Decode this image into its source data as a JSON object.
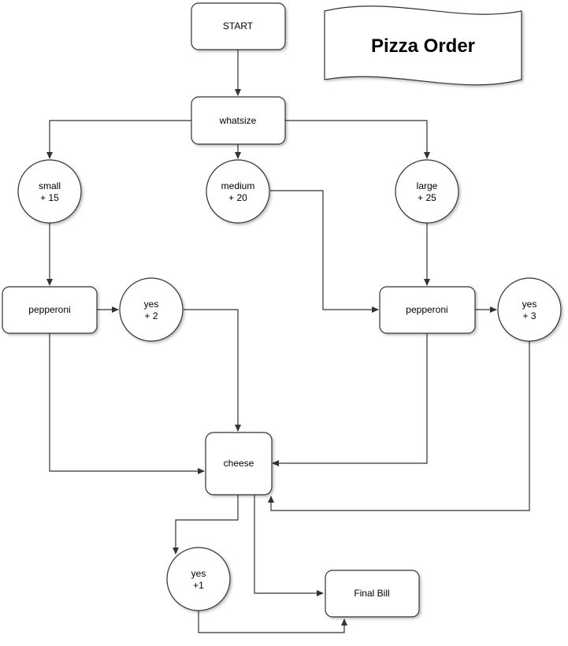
{
  "title": "Pizza Order",
  "nodes": {
    "start": {
      "label": "START"
    },
    "whatsize": {
      "label": "whatsize"
    },
    "small": {
      "lines": [
        "small",
        "+ 15"
      ]
    },
    "medium": {
      "lines": [
        "medium",
        "+ 20"
      ]
    },
    "large": {
      "lines": [
        "large",
        "+ 25"
      ]
    },
    "pepperoni_left": {
      "label": "pepperoni"
    },
    "pepperoni_right": {
      "label": "pepperoni"
    },
    "yes_left": {
      "lines": [
        "yes",
        "+ 2"
      ]
    },
    "yes_right": {
      "lines": [
        "yes",
        "+ 3"
      ]
    },
    "cheese": {
      "label": "cheese"
    },
    "yes_cheese": {
      "lines": [
        "yes",
        "+1"
      ]
    },
    "final_bill": {
      "label": "Final Bill"
    }
  },
  "colors": {
    "stroke": "#333333",
    "fill": "#ffffff",
    "text": "#000000"
  }
}
